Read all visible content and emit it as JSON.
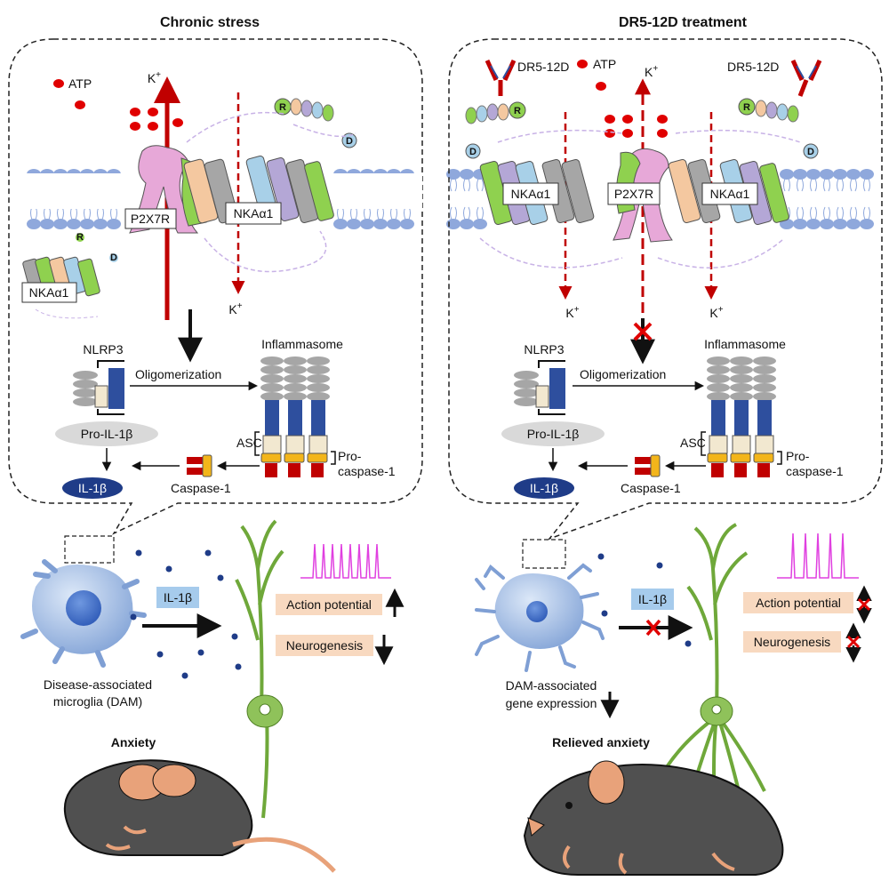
{
  "left_panel": {
    "title": "Chronic stress",
    "atp_label": "ATP",
    "k_top": "K",
    "k_bottom": "K",
    "k_sup": "+",
    "p2x7r": "P2X7R",
    "nka_main": "NKAα1",
    "nka_small": "NKAα1",
    "nlrp3": "NLRP3",
    "oligomerization": "Oligomerization",
    "inflammasome": "Inflammasome",
    "asc": "ASC",
    "pro_caspase_1": "Pro-",
    "pro_caspase_2": "caspase-1",
    "pro_il1b": "Pro-IL-1β",
    "il1b": "IL-1β",
    "caspase1": "Caspase-1",
    "il1b_box": "IL-1β",
    "action_potential": "Action potential",
    "neurogenesis": "Neurogenesis",
    "dam_1": "Disease-associated",
    "dam_2": "microglia (DAM)",
    "outcome": "Anxiety",
    "r_letter": "R",
    "d_letter": "D"
  },
  "right_panel": {
    "title": "DR5-12D treatment",
    "dr5_left": "DR5-12D",
    "dr5_right": "DR5-12D",
    "atp_label": "ATP",
    "k_top": "K",
    "k_bottom_left": "K",
    "k_bottom_right": "K",
    "k_sup": "+",
    "nka_left": "NKAα1",
    "p2x7r": "P2X7R",
    "nka_right": "NKAα1",
    "nlrp3": "NLRP3",
    "oligomerization": "Oligomerization",
    "inflammasome": "Inflammasome",
    "asc": "ASC",
    "pro_caspase_1": "Pro-",
    "pro_caspase_2": "caspase-1",
    "pro_il1b": "Pro-IL-1β",
    "il1b": "IL-1β",
    "caspase1": "Caspase-1",
    "il1b_box": "IL-1β",
    "action_potential": "Action potential",
    "neurogenesis": "Neurogenesis",
    "dam_1": "DAM-associated",
    "dam_2": "gene expression",
    "outcome": "Relieved anxiety",
    "r_letter": "R",
    "d_letter": "D"
  },
  "colors": {
    "membrane": "#8fa8dc",
    "arrow_red": "#c00000",
    "atp_red": "#e00000",
    "p2x7r_pink": "#e7a8d8",
    "p2x7r_green": "#8fd14f",
    "helix_orange": "#f4c8a0",
    "helix_gray": "#a6a6a6",
    "helix_blue": "#a8d0e8",
    "helix_purple": "#b4a7d6",
    "nlrp3_blue": "#2e4f9e",
    "asc_cream": "#f2e8d0",
    "caspase_red": "#c00000",
    "caspase_yellow": "#f3b51a",
    "il1b_navy": "#1f3c88",
    "label_peach": "#f8d9c0",
    "label_blue": "#a6cbec",
    "neuron_green": "#6fa83a",
    "microglia_blue": "#a9c1e6",
    "spike_magenta": "#e040e0",
    "mouse_gray": "#505050",
    "mouse_pink": "#e8a27a"
  }
}
